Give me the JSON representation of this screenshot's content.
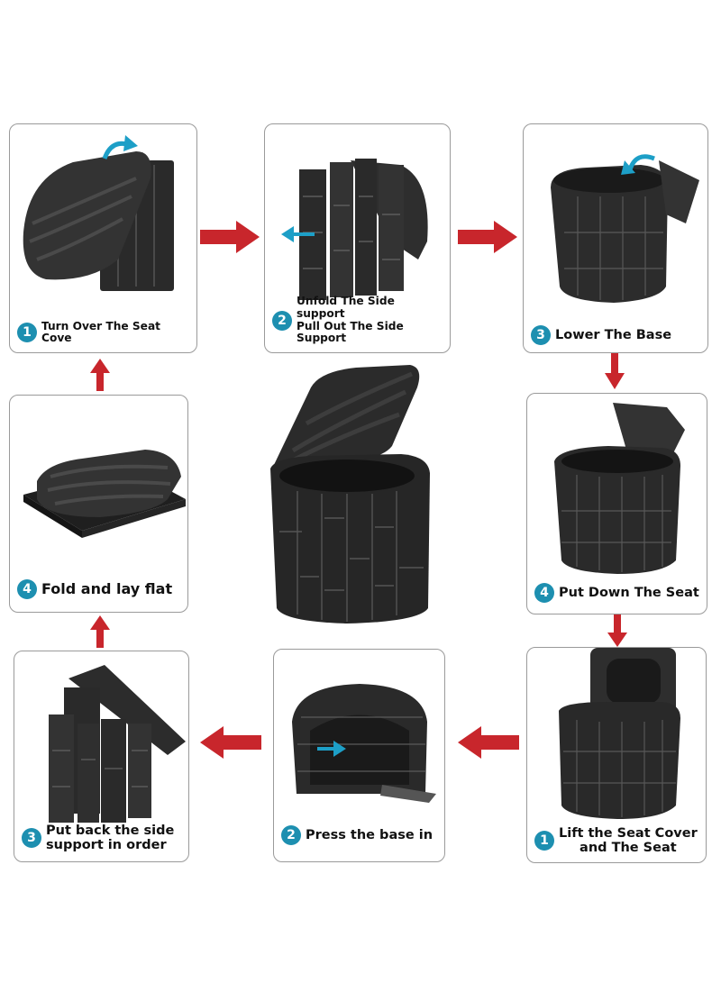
{
  "colors": {
    "accent": "#1d8fb0",
    "arrow": "#c8262c",
    "product": "#2b2b2b"
  },
  "top_row": [
    {
      "number": "1",
      "lines": [
        "Turn Over The Seat Cove"
      ],
      "icon": "seat-cover-flip-icon"
    },
    {
      "number": "2",
      "lines": [
        "Unfold The Side support",
        "Pull Out The Side Support"
      ],
      "icon": "unfold-side-support-icon"
    },
    {
      "number": "3",
      "lines": [
        "Lower The Base"
      ],
      "icon": "lower-base-icon"
    }
  ],
  "middle_row": [
    {
      "number": "4",
      "lines": [
        "Fold and lay flat"
      ],
      "icon": "folded-flat-icon"
    },
    {
      "number": "4",
      "lines": [
        "Put Down The Seat"
      ],
      "icon": "put-down-seat-icon"
    }
  ],
  "bottom_row": [
    {
      "number": "3",
      "lines": [
        "Put back the side",
        "support in order"
      ],
      "icon": "put-back-support-icon"
    },
    {
      "number": "2",
      "lines": [
        "Press the base in"
      ],
      "icon": "press-base-icon"
    },
    {
      "number": "1",
      "lines": [
        "Lift the Seat Cover",
        "and The Seat"
      ],
      "icon": "lift-seat-icon"
    }
  ],
  "center_product": {
    "icon": "portable-toilet-icon"
  }
}
